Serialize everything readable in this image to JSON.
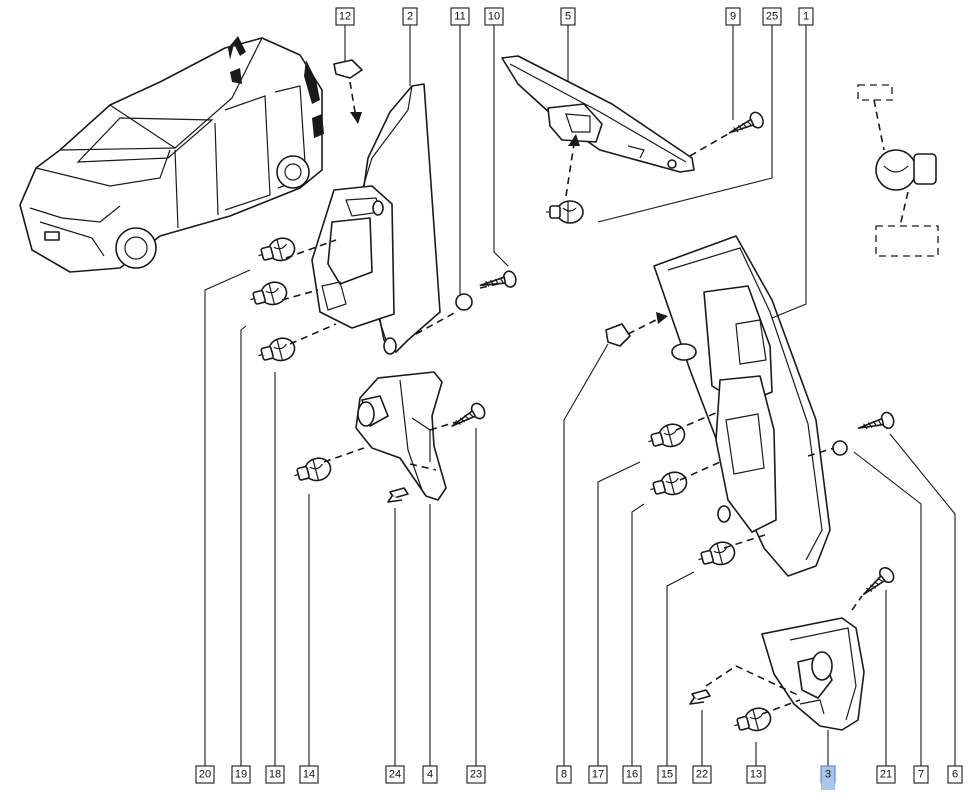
{
  "callouts": {
    "top": [
      {
        "id": "c12",
        "label": "12"
      },
      {
        "id": "c2",
        "label": "2"
      },
      {
        "id": "c11",
        "label": "11"
      },
      {
        "id": "c10",
        "label": "10"
      },
      {
        "id": "c5",
        "label": "5"
      },
      {
        "id": "c9",
        "label": "9"
      },
      {
        "id": "c25",
        "label": "25"
      },
      {
        "id": "c1",
        "label": "1"
      }
    ],
    "bottom": [
      {
        "id": "c20",
        "label": "20"
      },
      {
        "id": "c19",
        "label": "19"
      },
      {
        "id": "c18",
        "label": "18"
      },
      {
        "id": "c14",
        "label": "14"
      },
      {
        "id": "c24",
        "label": "24"
      },
      {
        "id": "c4",
        "label": "4"
      },
      {
        "id": "c23",
        "label": "23"
      },
      {
        "id": "c8",
        "label": "8"
      },
      {
        "id": "c17",
        "label": "17"
      },
      {
        "id": "c16",
        "label": "16"
      },
      {
        "id": "c15",
        "label": "15"
      },
      {
        "id": "c22",
        "label": "22"
      },
      {
        "id": "c13",
        "label": "13"
      },
      {
        "id": "c3",
        "label": "3",
        "highlighted": true
      },
      {
        "id": "c21",
        "label": "21"
      },
      {
        "id": "c7",
        "label": "7"
      },
      {
        "id": "c6",
        "label": "6"
      }
    ]
  },
  "highlight_color": "#a9c6ea"
}
